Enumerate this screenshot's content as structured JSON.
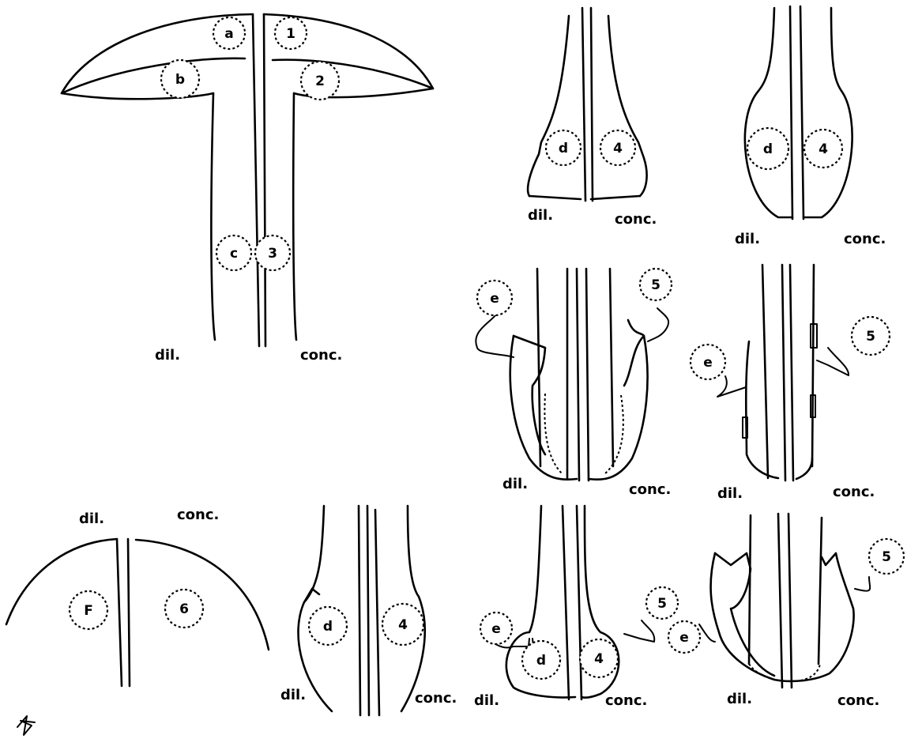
{
  "side_labels": {
    "dil": "dil.",
    "conc": "conc."
  },
  "diagrams": [
    {
      "id": "t-shape",
      "left": [
        "a",
        "b",
        "c"
      ],
      "right": [
        "1",
        "2",
        "3"
      ]
    },
    {
      "id": "bulb-square",
      "left": [
        "d"
      ],
      "right": [
        "4"
      ]
    },
    {
      "id": "bulb-round",
      "left": [
        "d"
      ],
      "right": [
        "4"
      ]
    },
    {
      "id": "flared-cup",
      "left": [
        "e"
      ],
      "right": [
        "5"
      ]
    },
    {
      "id": "narrow-tube",
      "left": [
        "e"
      ],
      "right": [
        "5"
      ]
    },
    {
      "id": "dome",
      "left": [
        "F"
      ],
      "right": [
        "6"
      ]
    },
    {
      "id": "waist",
      "left": [
        "d"
      ],
      "right": [
        "4"
      ]
    },
    {
      "id": "cup-ball",
      "left": [
        "e",
        "d"
      ],
      "right": [
        "5",
        "4"
      ]
    },
    {
      "id": "open-cup",
      "left": [
        "e"
      ],
      "right": [
        "5"
      ]
    }
  ]
}
